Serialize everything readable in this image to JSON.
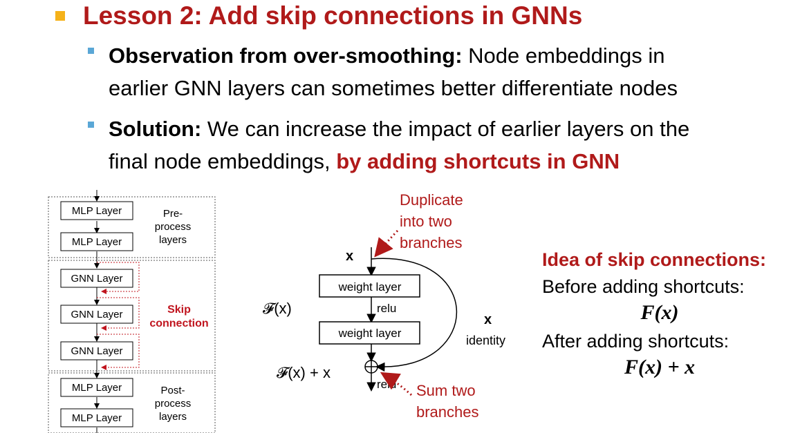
{
  "title": "Lesson 2: Add skip connections in GNNs",
  "bullets": [
    {
      "bold": "Observation from over-smoothing:",
      "line1": " Node embeddings in",
      "line2": "earlier GNN layers can sometimes better differentiate nodes"
    },
    {
      "bold": "Solution:",
      "line1": " We can increase the impact of earlier layers on the",
      "line2_plain": "final node embeddings, ",
      "line2_red": "by adding shortcuts in GNN"
    }
  ],
  "left_diagram": {
    "pre_layers": [
      "MLP Layer",
      "MLP Layer"
    ],
    "pre_label": [
      "Pre-",
      "process",
      "layers"
    ],
    "gnn_layers": [
      "GNN Layer",
      "GNN Layer",
      "GNN Layer"
    ],
    "skip_label": [
      "Skip",
      "connection"
    ],
    "post_layers": [
      "MLP Layer",
      "MLP Layer"
    ],
    "post_label": [
      "Post-",
      "process",
      "layers"
    ]
  },
  "resnet_diagram": {
    "input": "x",
    "layer1": "weight layer",
    "relu1": "relu",
    "layer2": "weight layer",
    "relu2": "relu",
    "fx": "𝓕(x)",
    "fx_plus_x": "𝓕(x) + x",
    "identity_x": "x",
    "identity": "identity",
    "duplicate_note": [
      "Duplicate",
      "into two",
      "branches"
    ],
    "sum_note": [
      "Sum two",
      "branches"
    ]
  },
  "idea": {
    "heading": "Idea of skip connections:",
    "before": "Before adding shortcuts:",
    "before_formula": "F(x)",
    "after": "After adding shortcuts:",
    "after_formula": "F(x) + x"
  },
  "colors": {
    "title": "#b01a1a",
    "accent_red": "#b01a1a",
    "main_bullet": "#f5b21a",
    "sub_bullet": "#5aa7d6",
    "skip_line": "#c0141e"
  }
}
